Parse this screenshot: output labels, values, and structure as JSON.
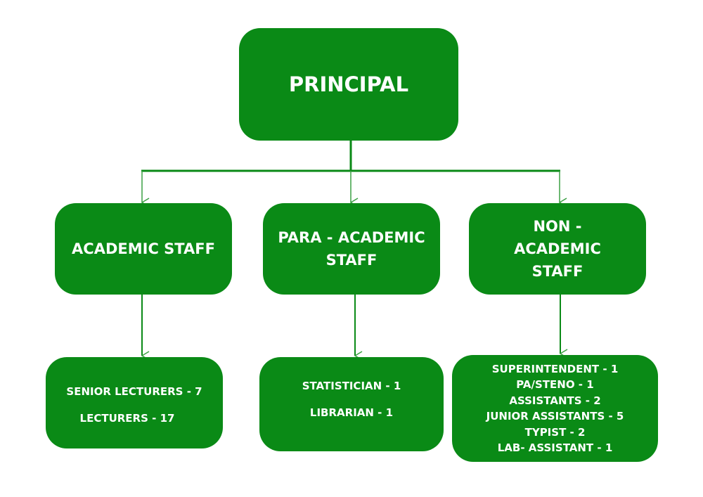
{
  "accent_color": "#0a8a16",
  "root": {
    "label": "PRINCIPAL"
  },
  "departments": [
    {
      "label": "ACADEMIC STAFF",
      "roles": [
        "SENIOR LECTURERS - 7",
        "LECTURERS - 17"
      ]
    },
    {
      "label": "PARA - ACADEMIC STAFF",
      "roles": [
        "STATISTICIAN - 1",
        "LIBRARIAN - 1"
      ]
    },
    {
      "label": "NON - ACADEMIC STAFF",
      "roles": [
        "SUPERINTENDENT - 1",
        "PA/STENO - 1",
        "ASSISTANTS - 2",
        "JUNIOR ASSISTANTS - 5",
        "TYPIST - 2",
        "LAB- ASSISTANT - 1"
      ]
    }
  ]
}
